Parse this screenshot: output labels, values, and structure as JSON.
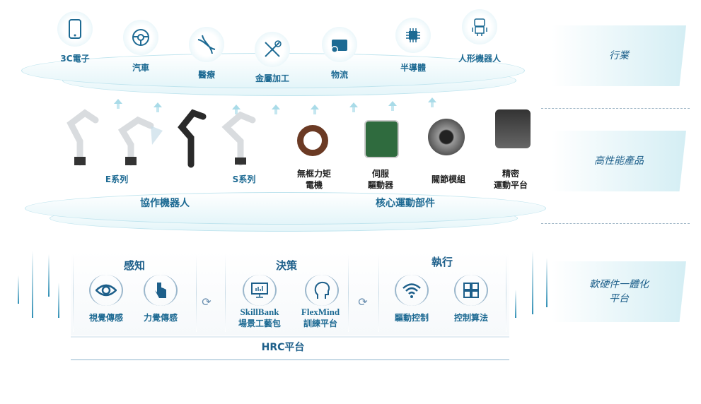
{
  "industries": [
    {
      "label": "3C電子",
      "icon": "phone-icon"
    },
    {
      "label": "汽車",
      "icon": "steering-wheel-icon"
    },
    {
      "label": "醫療",
      "icon": "dna-icon"
    },
    {
      "label": "金屬加工",
      "icon": "tools-icon"
    },
    {
      "label": "物流",
      "icon": "package-icon"
    },
    {
      "label": "半導體",
      "icon": "chip-icon"
    },
    {
      "label": "人形機器人",
      "icon": "robot-icon"
    }
  ],
  "panels": {
    "industry": "行業",
    "products": "高性能產品",
    "platform_l1": "軟硬件一體化",
    "platform_l2": "平台"
  },
  "products": {
    "e_series": "E系列",
    "s_series": "S系列",
    "motor_l1": "無框力矩",
    "motor_l2": "電機",
    "servo_l1": "伺服",
    "servo_l2": "驅動器",
    "joint": "關節模組",
    "stage_l1": "精密",
    "stage_l2": "運動平台",
    "cobot": "協作機器人",
    "core": "核心運動部件"
  },
  "platform": {
    "perception": {
      "title": "感知",
      "items": [
        "視覺傳感",
        "力覺傳感"
      ]
    },
    "decision": {
      "title": "決策",
      "items": [
        {
          "l1": "SkillBank",
          "l2": "場景工藝包"
        },
        {
          "l1": "FlexMind",
          "l2": "訓練平台"
        }
      ]
    },
    "execution": {
      "title": "執行",
      "items": [
        "驅動控制",
        "控制算法"
      ]
    },
    "base": "HRC平台"
  }
}
